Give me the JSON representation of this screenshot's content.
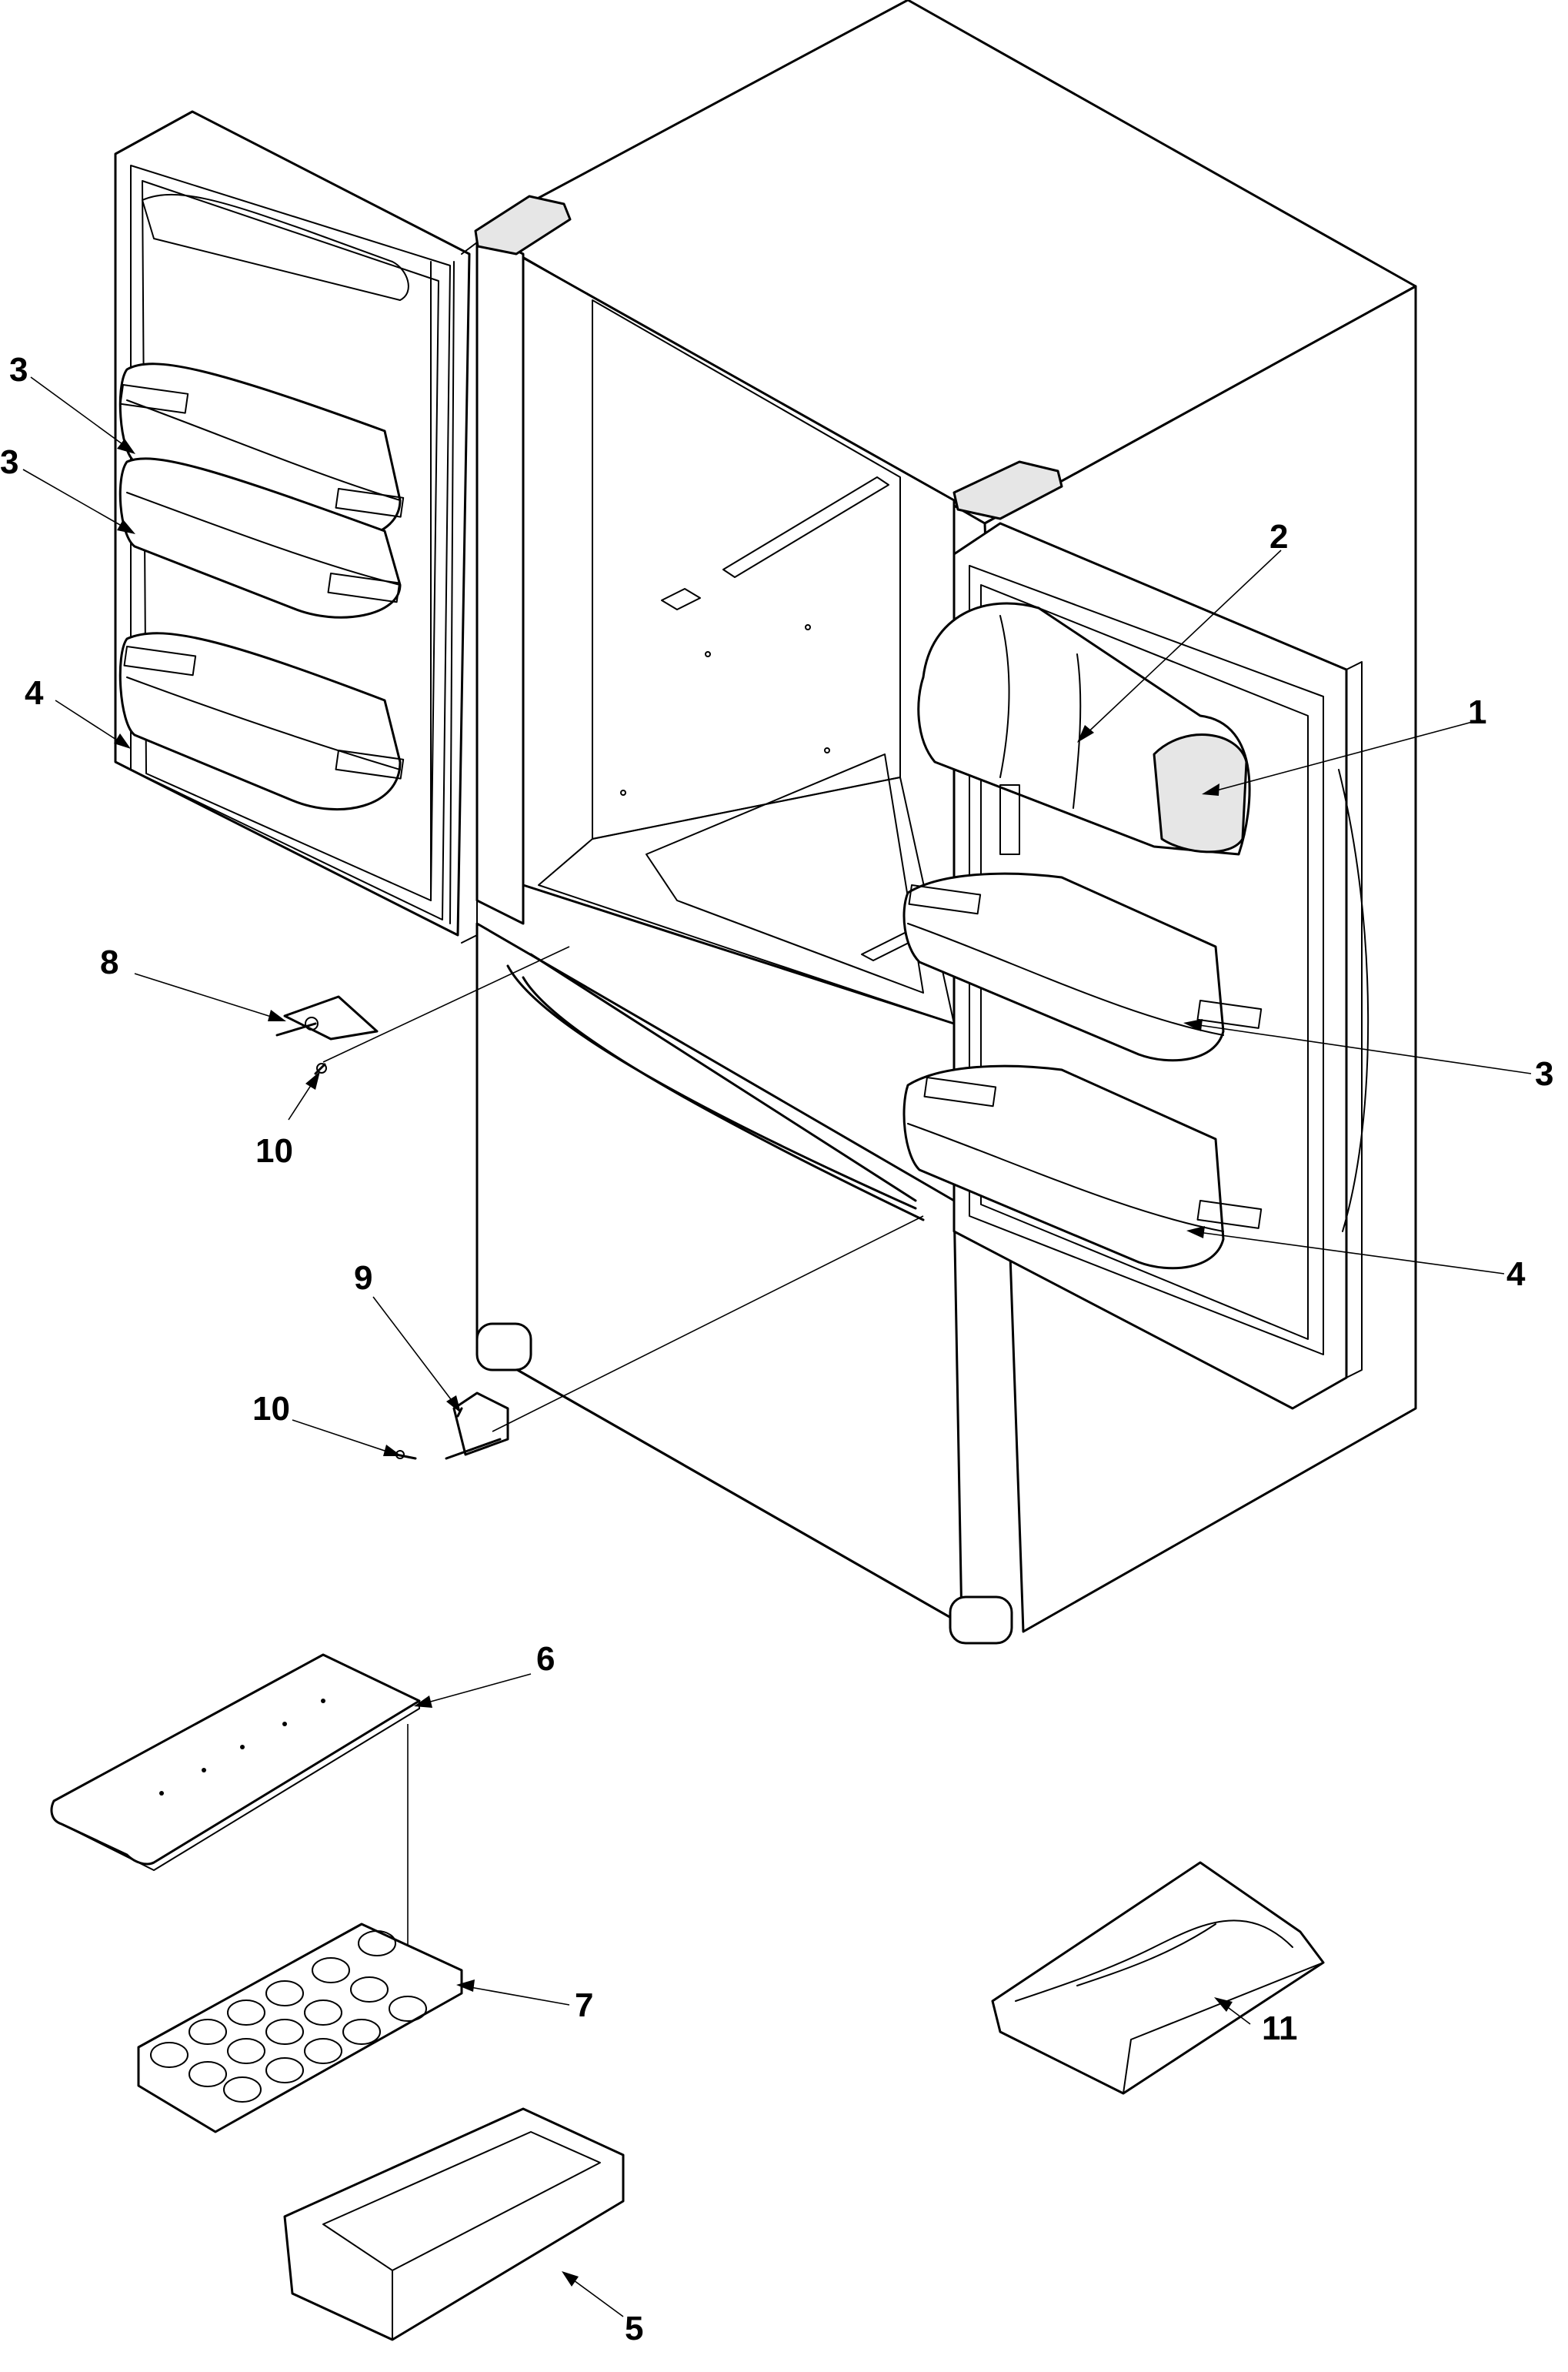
{
  "diagram": {
    "callouts": [
      {
        "id": "c1",
        "label": "1"
      },
      {
        "id": "c2",
        "label": "2"
      },
      {
        "id": "c3a",
        "label": "3"
      },
      {
        "id": "c3b",
        "label": "3"
      },
      {
        "id": "c3c",
        "label": "3"
      },
      {
        "id": "c4a",
        "label": "4"
      },
      {
        "id": "c4b",
        "label": "4"
      },
      {
        "id": "c5",
        "label": "5"
      },
      {
        "id": "c6",
        "label": "6"
      },
      {
        "id": "c7",
        "label": "7"
      },
      {
        "id": "c8",
        "label": "8"
      },
      {
        "id": "c9",
        "label": "9"
      },
      {
        "id": "c10a",
        "label": "10"
      },
      {
        "id": "c10b",
        "label": "10"
      },
      {
        "id": "c11",
        "label": "11"
      }
    ]
  }
}
